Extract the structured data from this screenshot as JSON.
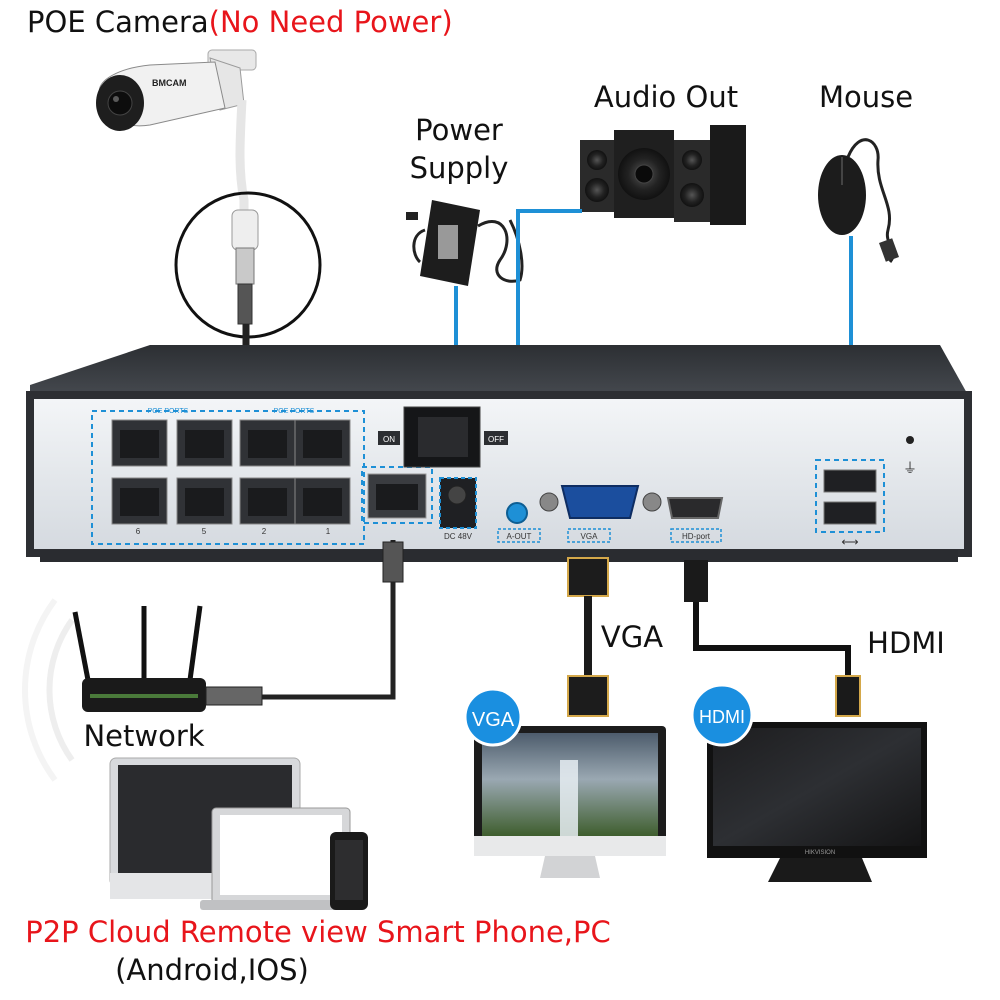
{
  "camera": {
    "title": "POE Camera",
    "note": "(No Need Power)",
    "note_color": "#e8151b",
    "brand": "BMCAM"
  },
  "power_supply": {
    "label_line1": "Power",
    "label_line2": "Supply"
  },
  "audio_out": {
    "label": "Audio Out"
  },
  "mouse": {
    "label": "Mouse"
  },
  "nvr": {
    "poe_group_left": "POE PORTS",
    "poe_group_right": "POE PORTS",
    "port_numbers": [
      "6",
      "5",
      "2",
      "1"
    ],
    "on_label": "ON",
    "off_label": "OFF",
    "dc_label": "DC 48V",
    "aout_label": "A-OUT",
    "vga_label": "VGA",
    "hd_label": "HD-port"
  },
  "cables": {
    "vga_label": "VGA",
    "hdmi_label": "HDMI",
    "accent": "#1e90d6"
  },
  "network": {
    "label": "Network"
  },
  "monitors": {
    "vga_badge": "VGA",
    "hdmi_badge": "HDMI",
    "brand": "HIKVISION",
    "badge_color": "#1a8fe0"
  },
  "footer": {
    "line1": "P2P Cloud Remote view Smart Phone,PC",
    "line1_color": "#e8151b",
    "line2": "(Android,IOS)"
  }
}
